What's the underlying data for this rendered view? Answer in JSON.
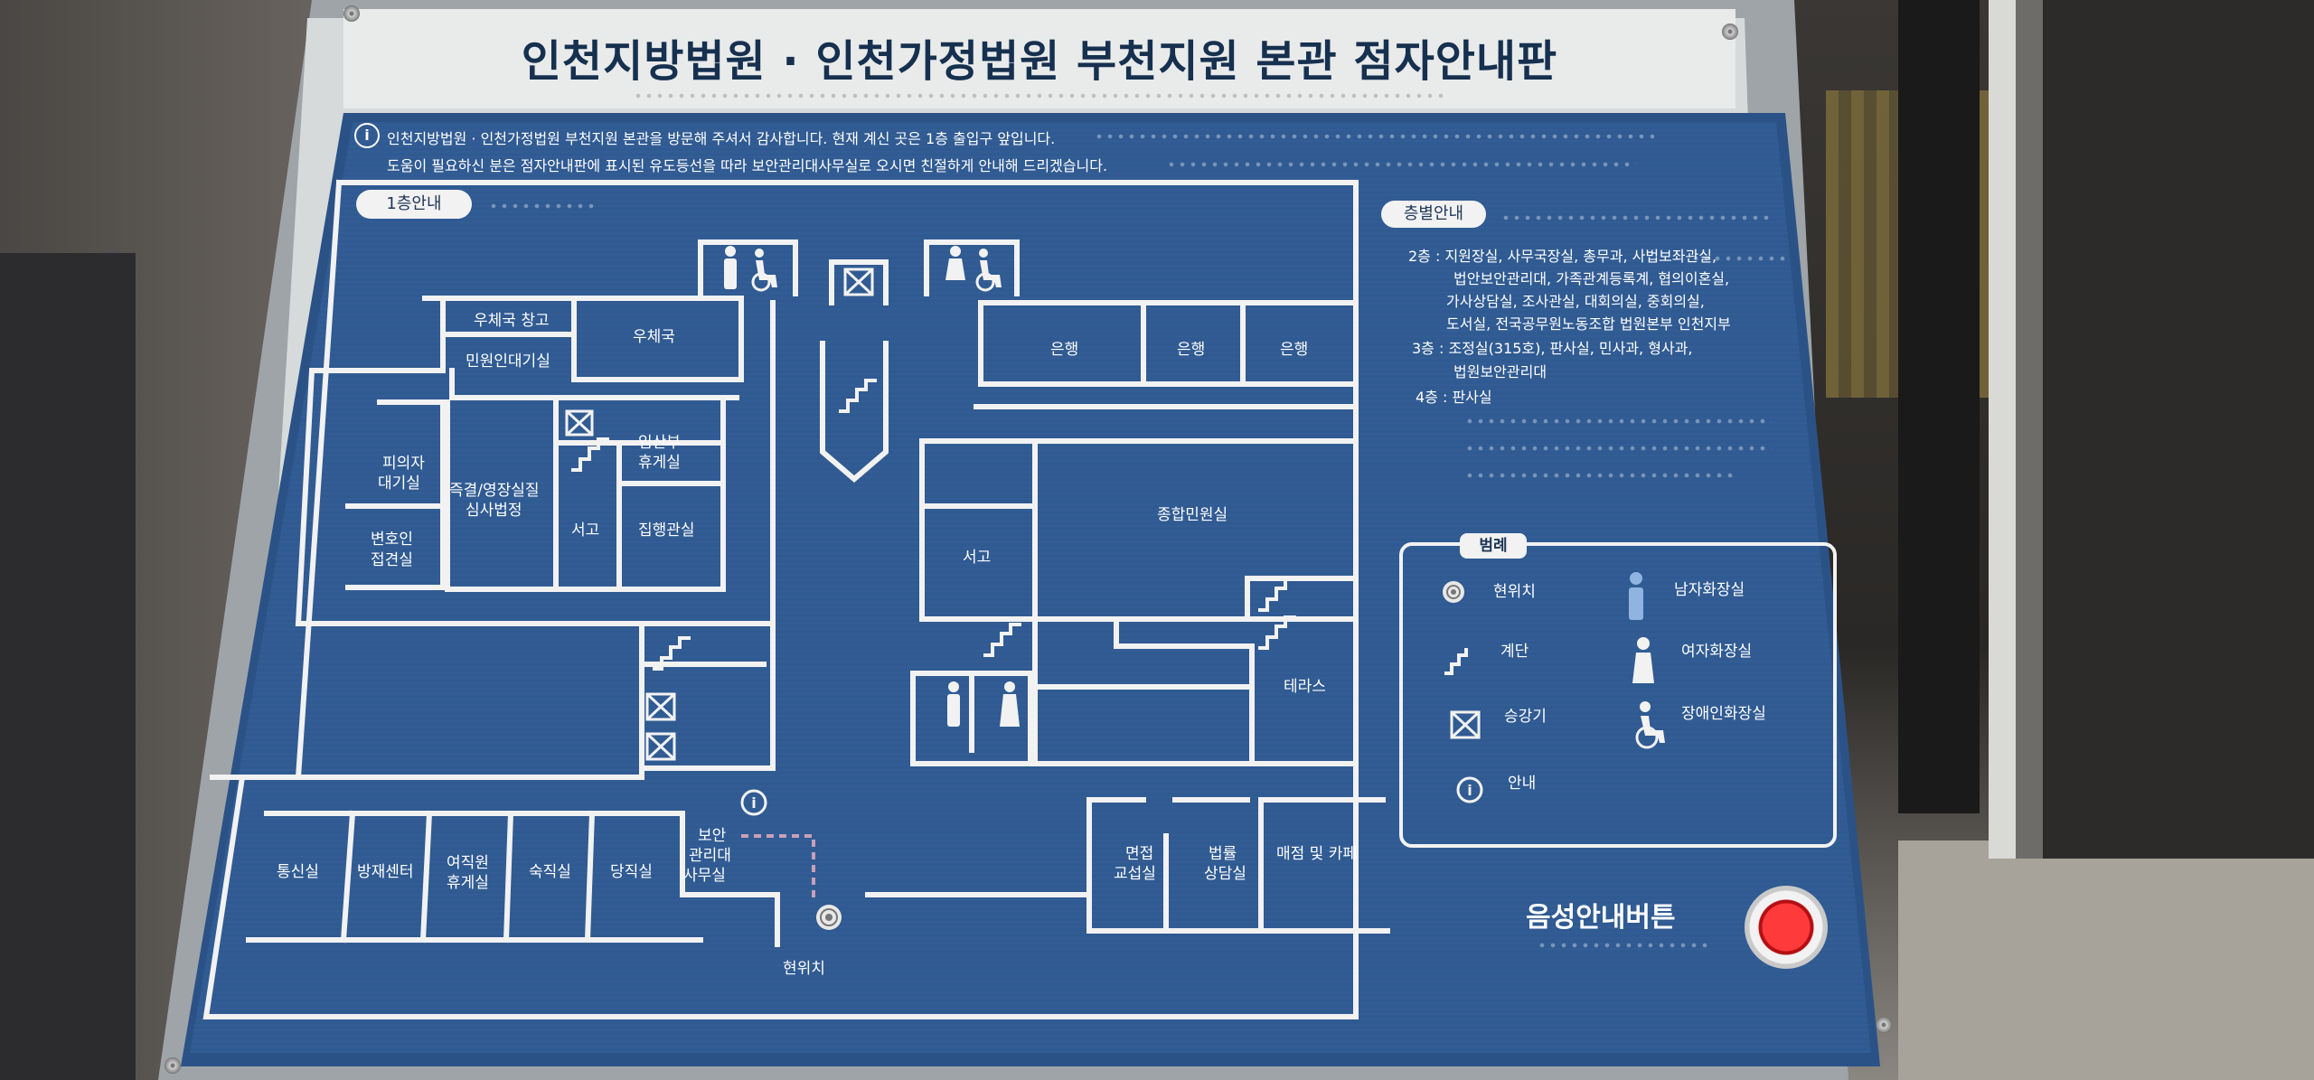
{
  "sign": {
    "title": "인천지방법원 · 인천가정법원 부천지원 본관 점자안내판",
    "intro_line_1": "인천지방법원 · 인천가정법원 부천지원 본관을 방문해 주셔서 감사합니다. 현재 계신 곳은 1층 출입구 앞입니다.",
    "intro_line_2": "도움이 필요하신 분은 점자안내판에 표시된 유도등선을 따라 보안관리대사무실로 오시면 친절하게 안내해 드리겠습니다.",
    "info_icon_glyph": "i"
  },
  "floor_plan": {
    "pill_label": "1층안내",
    "rooms": {
      "post_storage": "우체국 창고",
      "post_office": "우체국",
      "civil_waiting": "민원인대기실",
      "suspect_waiting_1": "피의자",
      "suspect_waiting_2": "대기실",
      "lawyer_room_1": "변호인",
      "lawyer_room_2": "접견실",
      "warrant_court_1": "즉결/영장실질",
      "warrant_court_2": "심사법정",
      "pregnant_lounge_1": "임산부",
      "pregnant_lounge_2": "휴게실",
      "archive_left": "서고",
      "enforcement": "집행관실",
      "bank_1": "은행",
      "bank_2": "은행",
      "bank_3": "은행",
      "civil_service": "종합민원실",
      "archive_right": "서고",
      "terrace": "테라스",
      "comms": "통신실",
      "disaster_center": "방재센터",
      "female_staff_lounge_1": "여직원",
      "female_staff_lounge_2": "휴게실",
      "night_duty": "숙직실",
      "day_duty": "당직실",
      "security_1": "보안",
      "security_2": "관리대",
      "security_3": "사무실",
      "interview_1": "면접",
      "interview_2": "교섭실",
      "legal_counsel_1": "법률",
      "legal_counsel_2": "상담실",
      "shop_cafe": "매점 및 카페",
      "current_location": "현위치"
    }
  },
  "floors": {
    "pill_label": "층별안내",
    "lines": [
      "2층 : 지원장실, 사무국장실, 총무과, 사법보좌관실,",
      "법안보안관리대, 가족관계등록계, 협의이혼실,",
      "가사상담실, 조사관실, 대회의실, 중회의실,",
      "도서실, 전국공무원노동조합 법원본부 인천지부",
      "3층 : 조정실(315호), 판사실, 민사과, 형사과,",
      "법원보안관리대",
      "4층 : 판사실"
    ]
  },
  "legend": {
    "pill_label": "범례",
    "current_location": "현위치",
    "stairs": "계단",
    "elevator": "승강기",
    "information": "안내",
    "mens_restroom": "남자화장실",
    "womens_restroom": "여자화장실",
    "accessible_restroom": "장애인화장실"
  },
  "voice": {
    "label": "음성안내버튼"
  },
  "colors": {
    "board_blue": "#2f5a92",
    "line_white": "#f2f2f2",
    "title_navy": "#16304f",
    "button_red": "#e02020"
  }
}
